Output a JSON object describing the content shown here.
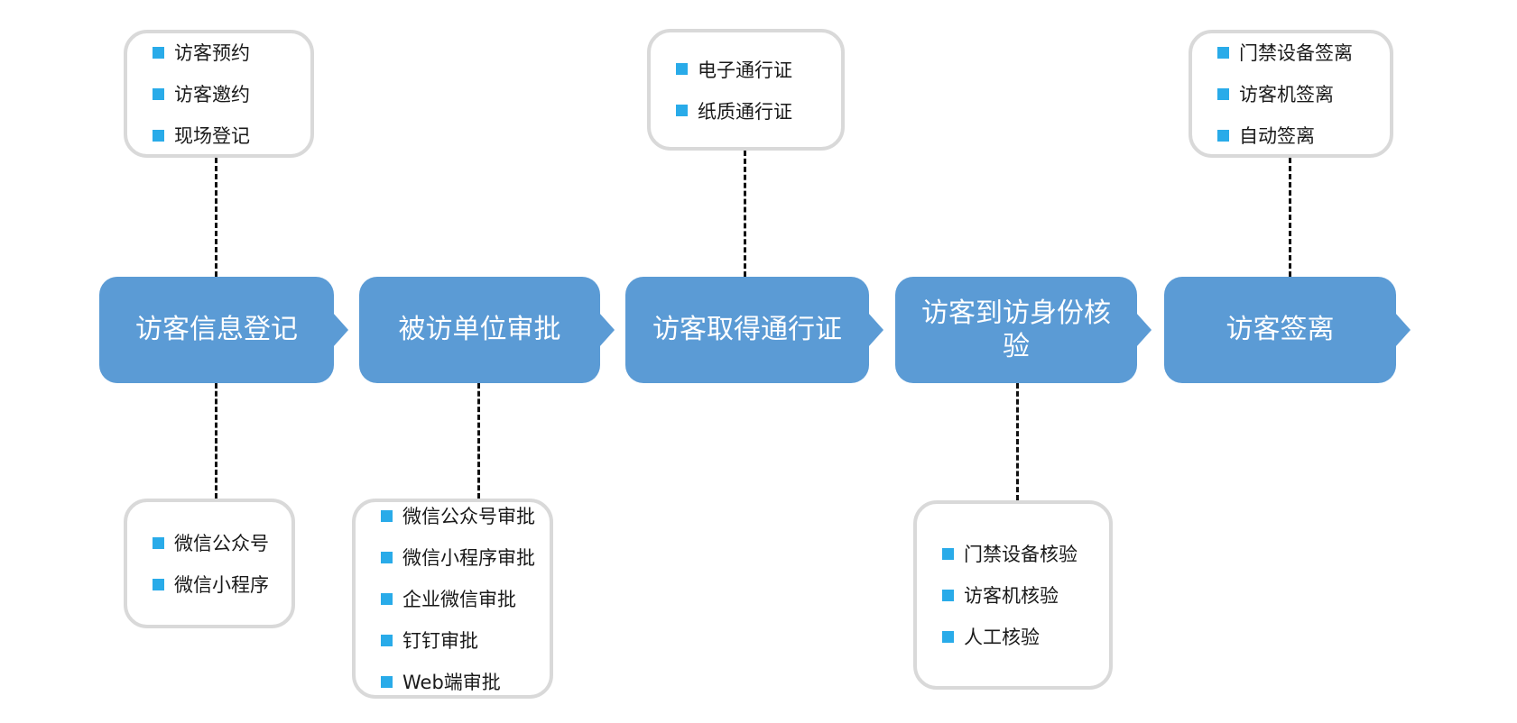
{
  "colors": {
    "step_fill": "#5B9BD5",
    "step_text": "#FFFFFF",
    "bullet": "#29ABE9",
    "callout_border": "#D9D9D9",
    "callout_text": "#1A1A1A",
    "connector": "#111111"
  },
  "flow_steps": [
    {
      "label": "访客信息登记"
    },
    {
      "label": "被访单位审批"
    },
    {
      "label": "访客取得通行证"
    },
    {
      "label": "访客到访身份核验"
    },
    {
      "label": "访客签离"
    }
  ],
  "callouts": {
    "registration_methods": {
      "items": [
        "访客预约",
        "访客邀约",
        "现场登记"
      ]
    },
    "pass_types": {
      "items": [
        "电子通行证",
        "纸质通行证"
      ]
    },
    "signout_methods": {
      "items": [
        "门禁设备签离",
        "访客机签离",
        "自动签离"
      ]
    },
    "registration_channels": {
      "items": [
        "微信公众号",
        "微信小程序"
      ]
    },
    "approval_channels": {
      "items": [
        "微信公众号审批",
        "微信小程序审批",
        "企业微信审批",
        "钉钉审批",
        "Web端审批"
      ]
    },
    "verification_methods": {
      "items": [
        "门禁设备核验",
        "访客机核验",
        "人工核验"
      ]
    }
  }
}
